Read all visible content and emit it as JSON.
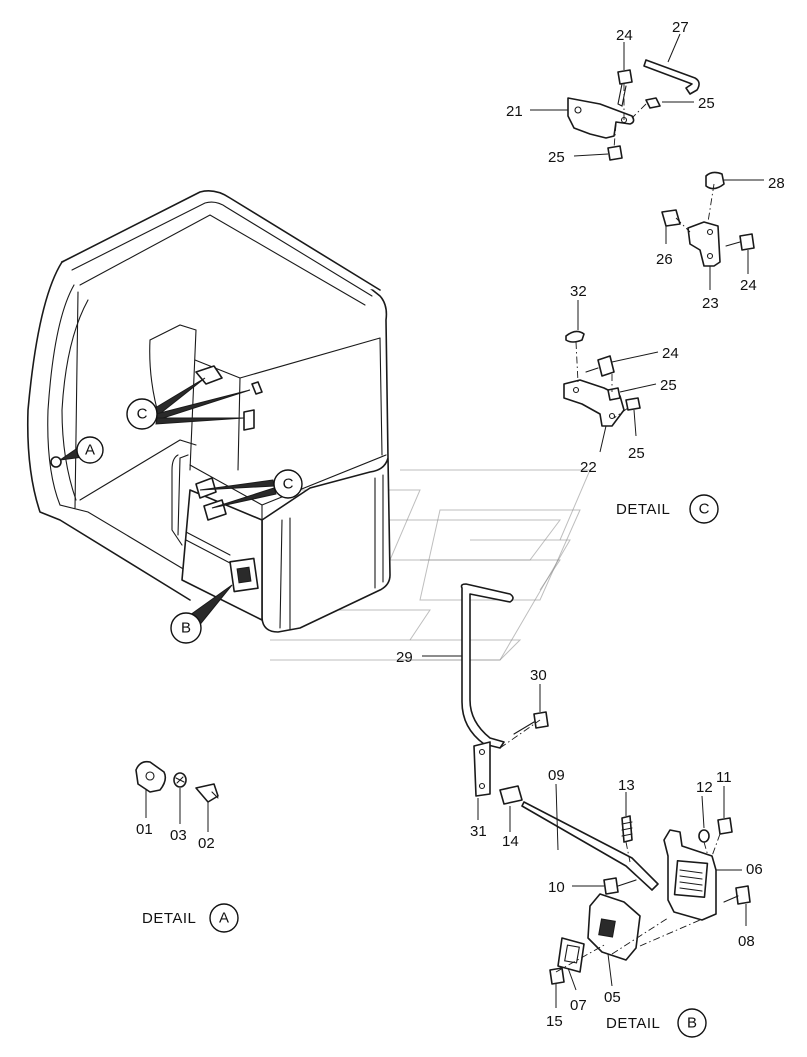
{
  "part_labels": {
    "p24a": "24",
    "p27": "27",
    "p21": "21",
    "p25a": "25",
    "p25b": "25",
    "p28": "28",
    "p26": "26",
    "p24b": "24",
    "p23": "23",
    "p32": "32",
    "p24c": "24",
    "p25c": "25",
    "p25d": "25",
    "p22": "22",
    "p29": "29",
    "p30": "30",
    "p09": "09",
    "p13": "13",
    "p12": "12",
    "p11": "11",
    "p31": "31",
    "p14": "14",
    "p06": "06",
    "p10": "10",
    "p08": "08",
    "p07": "07",
    "p05": "05",
    "p15": "15",
    "p01": "01",
    "p03": "03",
    "p02": "02"
  },
  "callouts": {
    "a": "A",
    "b": "B",
    "c1": "C",
    "c2": "C"
  },
  "details": {
    "c_text": "DETAIL",
    "c_letter": "C",
    "a_text": "DETAIL",
    "a_letter": "A",
    "b_text": "DETAIL",
    "b_letter": "B"
  }
}
